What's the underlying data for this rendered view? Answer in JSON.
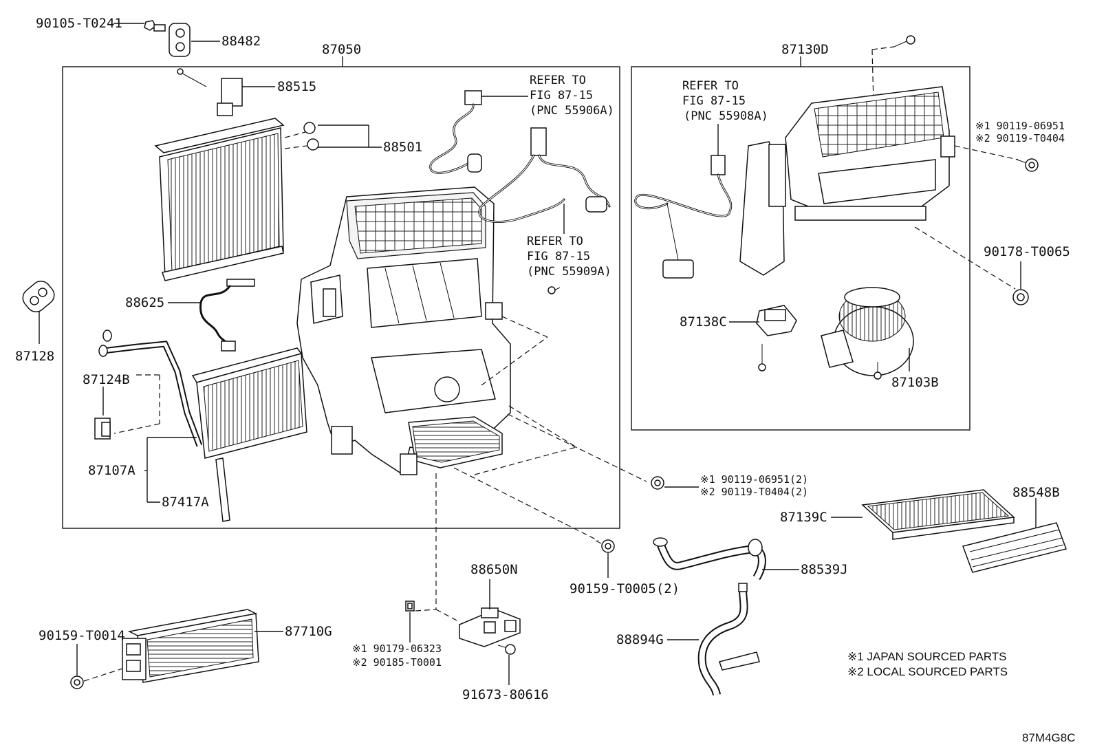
{
  "diagram": {
    "code": "87M4G8C",
    "labels": {
      "p90105_T0241": "90105-T0241",
      "p88482": "88482",
      "p87050": "87050",
      "p88515": "88515",
      "p88501": "88501",
      "p87128": "87128",
      "p88625": "88625",
      "p87124B": "87124B",
      "p87107A": "87107A",
      "p87417A": "87417A",
      "p87130D": "87130D",
      "p87138C": "87138C",
      "p87103B": "87103B",
      "p90178_T0065": "90178-T0065",
      "p87139C": "87139C",
      "p88548B": "88548B",
      "p88539J": "88539J",
      "p88894G": "88894G",
      "p88650N": "88650N",
      "p90159_T0005": "90159-T0005(2)",
      "p90159_T0014": "90159-T0014",
      "p87710G": "87710G",
      "p91673_80616": "91673-80616"
    },
    "multi_labels": {
      "right_bolt": [
        "※1 90119-06951",
        "※2 90119-T0404"
      ],
      "center_bolt": [
        "※1 90119-06951(2)",
        "※2 90119-T0404(2)"
      ],
      "clip": [
        "※1 90179-06323",
        "※2 90185-T0001"
      ]
    },
    "refer_notes": {
      "fig_55906A": [
        "REFER TO",
        "FIG 87-15",
        "(PNC 55906A)"
      ],
      "fig_55909A": [
        "REFER TO",
        "FIG 87-15",
        "(PNC 55909A)"
      ],
      "fig_55908A": [
        "REFER TO",
        "FIG 87-15",
        "(PNC 55908A)"
      ]
    },
    "legend": [
      "※1 JAPAN SOURCED PARTS",
      "※2 LOCAL SOURCED PARTS"
    ]
  }
}
